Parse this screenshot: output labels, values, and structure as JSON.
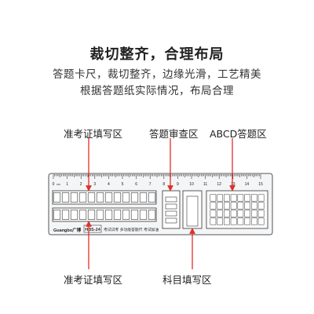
{
  "heading": "裁切整齐，合理布局",
  "subheading_1": "答题卡尺，裁切整齐，边缘光滑，工艺精美",
  "subheading_2": "根据答题纸实际情况，布局合理",
  "callouts": {
    "top_left": "准考证填写区",
    "top_middle": "答题审查区",
    "top_right": "ABCD答题区",
    "bottom_left": "准考证填写区",
    "bottom_middle": "科目填写区"
  },
  "ruler": {
    "scale_numbers": [
      "0",
      "1",
      "2",
      "3",
      "4",
      "5",
      "6",
      "7",
      "8",
      "9",
      "10",
      "11",
      "12",
      "13",
      "14",
      "15"
    ],
    "unit": "cm",
    "brand": "Guangbo广博",
    "model": "HBS-24",
    "bottom_text": "考试试考  多功能答题尺  考试加油"
  },
  "colors": {
    "arrow": "#e0302a",
    "ruler_bg": "#f4f5f6",
    "ruler_stroke": "#555555"
  }
}
